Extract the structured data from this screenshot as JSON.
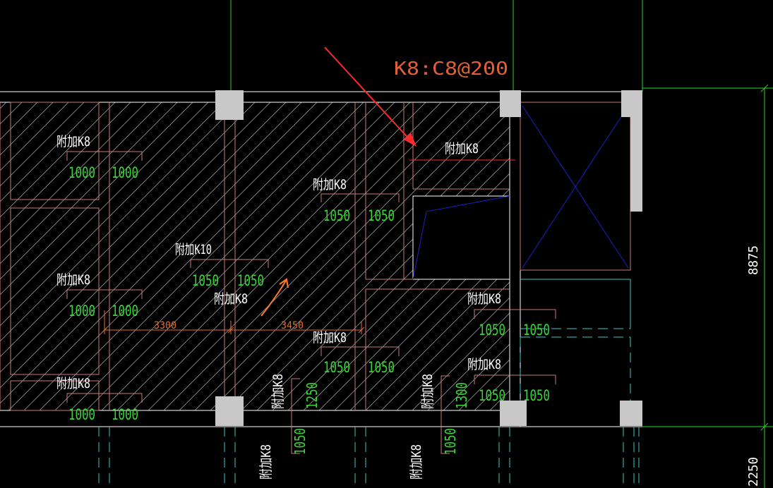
{
  "annotation": {
    "text": "K8:C8@200",
    "color": "#e0603a"
  },
  "colors": {
    "bg": "#000000",
    "wall": "#c97a7a",
    "white_line": "#ffffff",
    "green_line": "#2bd42b",
    "hatch": "#9a9a9a",
    "column": "#c8c8c8",
    "dim_text_green": "#39d639",
    "label_white": "#ffffff",
    "cyan_dash": "#3cc7c7",
    "blue_line": "#1a22c8",
    "red_arrow": "#ff2a2a",
    "orange": "#ff7a2a",
    "dim_orange": "#e07030"
  },
  "labels": {
    "k8": "附加K8",
    "k10": "附加K10"
  },
  "dims": {
    "d1000": "1000",
    "d1050": "1050",
    "d1250": "1250",
    "d1300": "1300",
    "d3300": "3300",
    "d3450": "3450",
    "d8875": "8875",
    "d2250": "2250"
  }
}
